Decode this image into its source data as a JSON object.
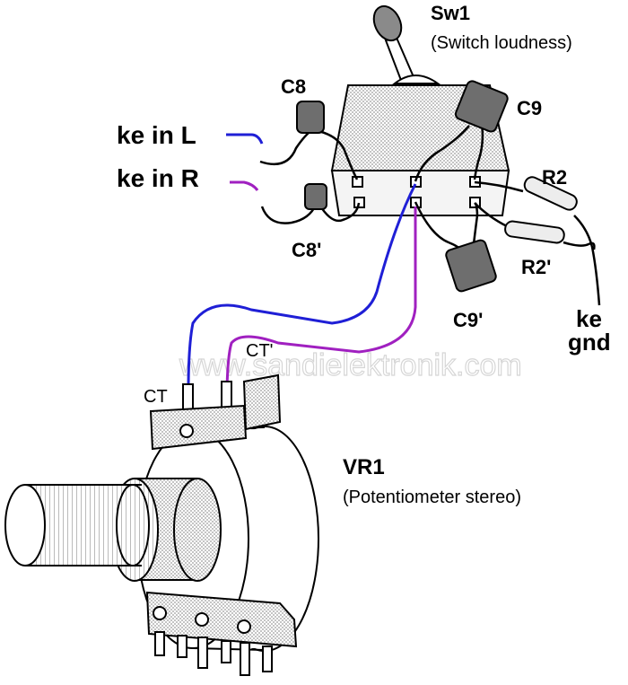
{
  "switch": {
    "name": "Sw1",
    "description": "(Switch loudness)"
  },
  "capacitors": {
    "c8": "C8",
    "c8p": "C8'",
    "c9": "C9",
    "c9p": "C9'"
  },
  "resistors": {
    "r2": "R2",
    "r2p": "R2'"
  },
  "inputs": {
    "left": "ke in L",
    "right": "ke in R",
    "ground_top": "ke",
    "ground_bottom": "gnd"
  },
  "pot": {
    "name": "VR1",
    "description": "(Potentiometer stereo)",
    "ct": "CT",
    "ctp": "CT'"
  },
  "watermark": "www.sandielektronik.com",
  "colors": {
    "wire_left": "#1f1fd6",
    "wire_right": "#a020c0",
    "capacitor": "#6e6e6e",
    "resistor": "#ededed",
    "body_hatch": "#cfcfcf"
  }
}
